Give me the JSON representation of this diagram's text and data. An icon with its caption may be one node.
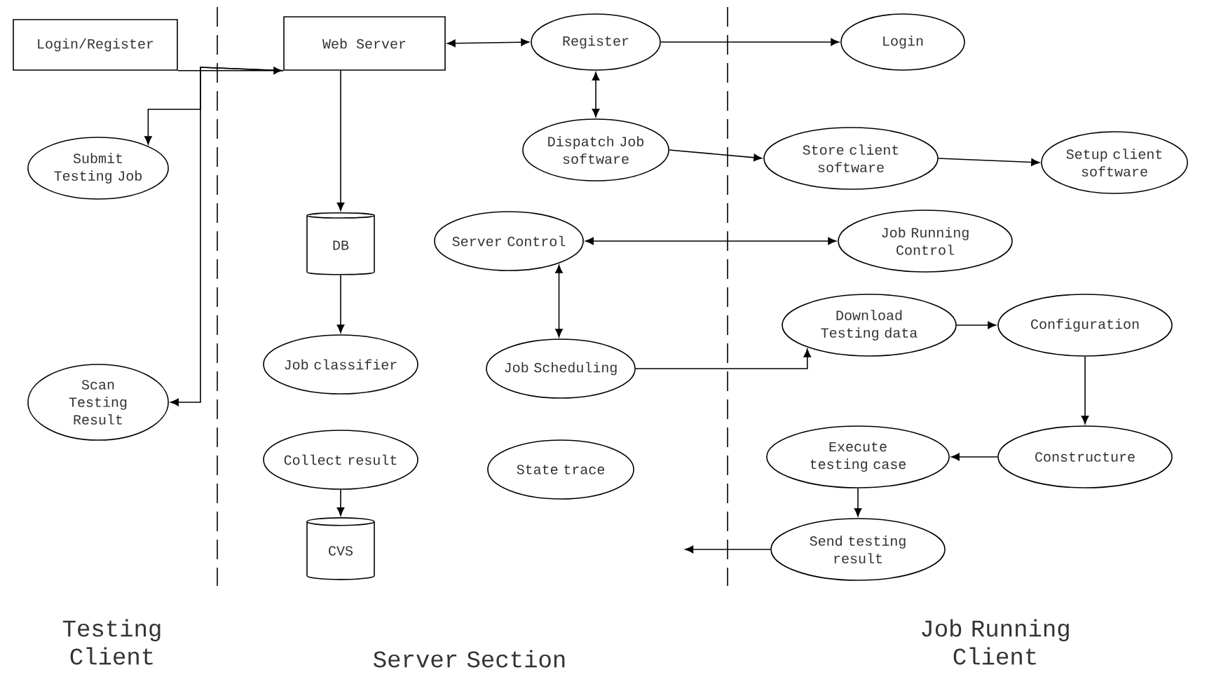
{
  "diagram": {
    "nodes": [
      {
        "text": [
          "Login/Register"
        ]
      },
      {
        "text": [
          "Web Server"
        ]
      },
      {
        "text": [
          "Register"
        ]
      },
      {
        "text": [
          "Login"
        ]
      },
      {
        "text": [
          "Submit Testing Job"
        ]
      },
      {
        "text": [
          "Dispatch Job software"
        ]
      },
      {
        "text": [
          "Store client software"
        ]
      },
      {
        "text": [
          "Setup client software"
        ]
      },
      {
        "text": [
          "DB"
        ]
      },
      {
        "text": [
          "Server Control"
        ]
      },
      {
        "text": [
          "Job Running Control"
        ]
      },
      {
        "text": [
          "Scan Testing Result"
        ]
      },
      {
        "text": [
          "Job classifier"
        ]
      },
      {
        "text": [
          "Job Scheduling"
        ]
      },
      {
        "text": [
          "Download Testing data"
        ]
      },
      {
        "text": [
          "Configuration"
        ]
      },
      {
        "text": [
          "Collect result"
        ]
      },
      {
        "text": [
          "State trace"
        ]
      },
      {
        "text": [
          "Execute testing case"
        ]
      },
      {
        "text": [
          "Constructure"
        ]
      },
      {
        "text": [
          "CVS"
        ]
      },
      {
        "text": [
          "Send testing result"
        ]
      }
    ],
    "edges": [
      {
        "from": 0,
        "to": 1,
        "arrow": "to"
      },
      {
        "from": 1,
        "to": 4,
        "arrow": "to"
      },
      {
        "from": 1,
        "to": 11,
        "arrow": "to"
      },
      {
        "from": 1,
        "to": 2,
        "arrow": "both"
      },
      {
        "from": 1,
        "to": 8,
        "arrow": "to"
      },
      {
        "from": 8,
        "to": 12,
        "arrow": "to"
      },
      {
        "from": 2,
        "to": 3,
        "arrow": "to"
      },
      {
        "from": 2,
        "to": 5,
        "arrow": "both"
      },
      {
        "from": 5,
        "to": 6,
        "arrow": "to"
      },
      {
        "from": 6,
        "to": 7,
        "arrow": "to"
      },
      {
        "from": 9,
        "to": 10,
        "arrow": "both"
      },
      {
        "from": 9,
        "to": 13,
        "arrow": "both"
      },
      {
        "from": 13,
        "to": 14,
        "arrow": "to"
      },
      {
        "from": 14,
        "to": 15,
        "arrow": "to"
      },
      {
        "from": 15,
        "to": 19,
        "arrow": "to"
      },
      {
        "from": 19,
        "to": 18,
        "arrow": "to"
      },
      {
        "from": 18,
        "to": 21,
        "arrow": "to"
      },
      {
        "from": 21,
        "to": null,
        "arrow": "to"
      },
      {
        "from": 16,
        "to": 20,
        "arrow": "to"
      }
    ],
    "labels": [
      "Testing Client",
      "Server Section",
      "Job Running Client"
    ]
  }
}
